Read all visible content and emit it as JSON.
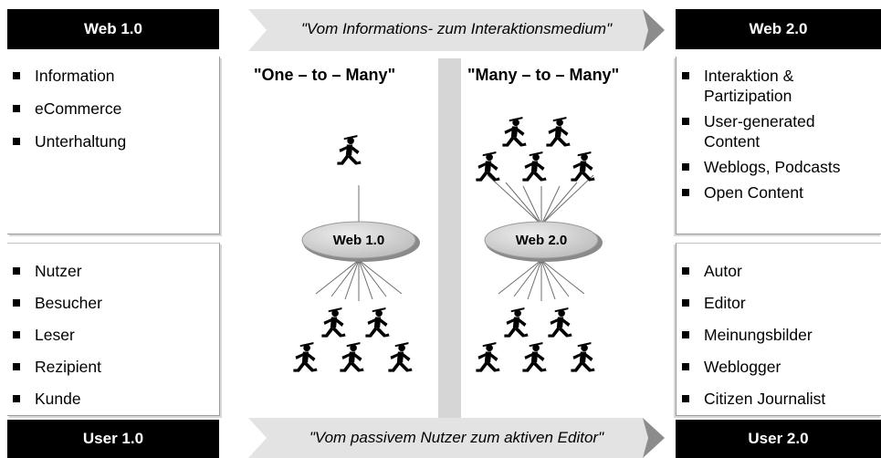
{
  "headers": {
    "web1": "Web 1.0",
    "web2": "Web 2.0",
    "user1": "User 1.0",
    "user2": "User 2.0"
  },
  "banners": {
    "top": "\"Vom Informations- zum Interaktionsmedium\"",
    "bottom": "\"Vom passivem Nutzer zum aktiven Editor\""
  },
  "columns": {
    "left_title": "\"One – to – Many\"",
    "right_title": "\"Many – to – Many\""
  },
  "nodes": {
    "left": "Web 1.0",
    "right": "Web 2.0"
  },
  "web1_list": [
    "Information",
    "eCommerce",
    "Unterhaltung"
  ],
  "user1_list": [
    "Nutzer",
    "Besucher",
    "Leser",
    "Rezipient",
    "Kunde"
  ],
  "web2_list": [
    "Interaktion &",
    "Partizipation",
    "User-generated",
    "Content",
    "Weblogs, Podcasts",
    "Open Content"
  ],
  "user2_list": [
    "Autor",
    "Editor",
    "Meinungsbilder",
    "Weblogger",
    "Citizen Journalist"
  ],
  "colors": {
    "header_bg": "#000000",
    "banner_bg": "#e3e3e3",
    "divider": "#d6d6d6",
    "node_fill": "#c9c9c9"
  },
  "icons": {
    "figure": "walking-man-icon"
  }
}
